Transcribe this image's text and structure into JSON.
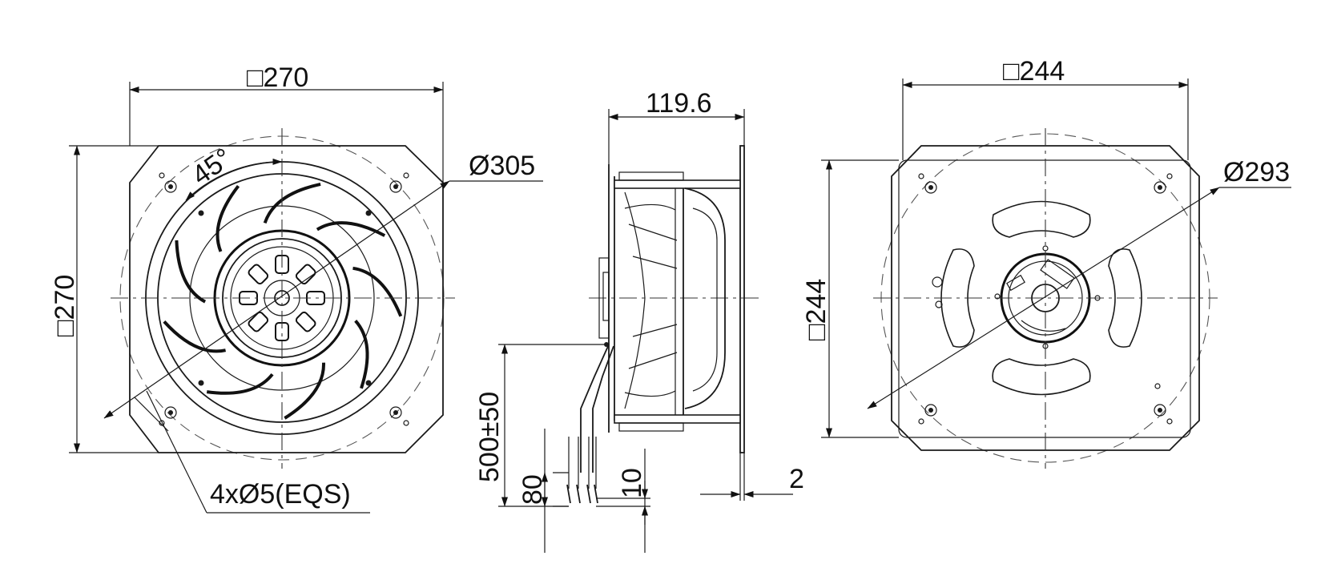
{
  "front_view": {
    "width_label": "□270",
    "height_label": "□270",
    "angle_label": "45°",
    "diameter_label": "Ø305",
    "holes_label": "4xØ5(EQS)"
  },
  "side_view": {
    "depth_label": "119.6",
    "cable_length_label": "500±50",
    "strip_label_a": "80",
    "strip_label_b": "10",
    "plate_label": "2"
  },
  "rear_view": {
    "width_label": "□244",
    "height_label": "□244",
    "diameter_label": "Ø293"
  },
  "colors": {
    "line": "#1a1a1a",
    "background": "#ffffff"
  }
}
